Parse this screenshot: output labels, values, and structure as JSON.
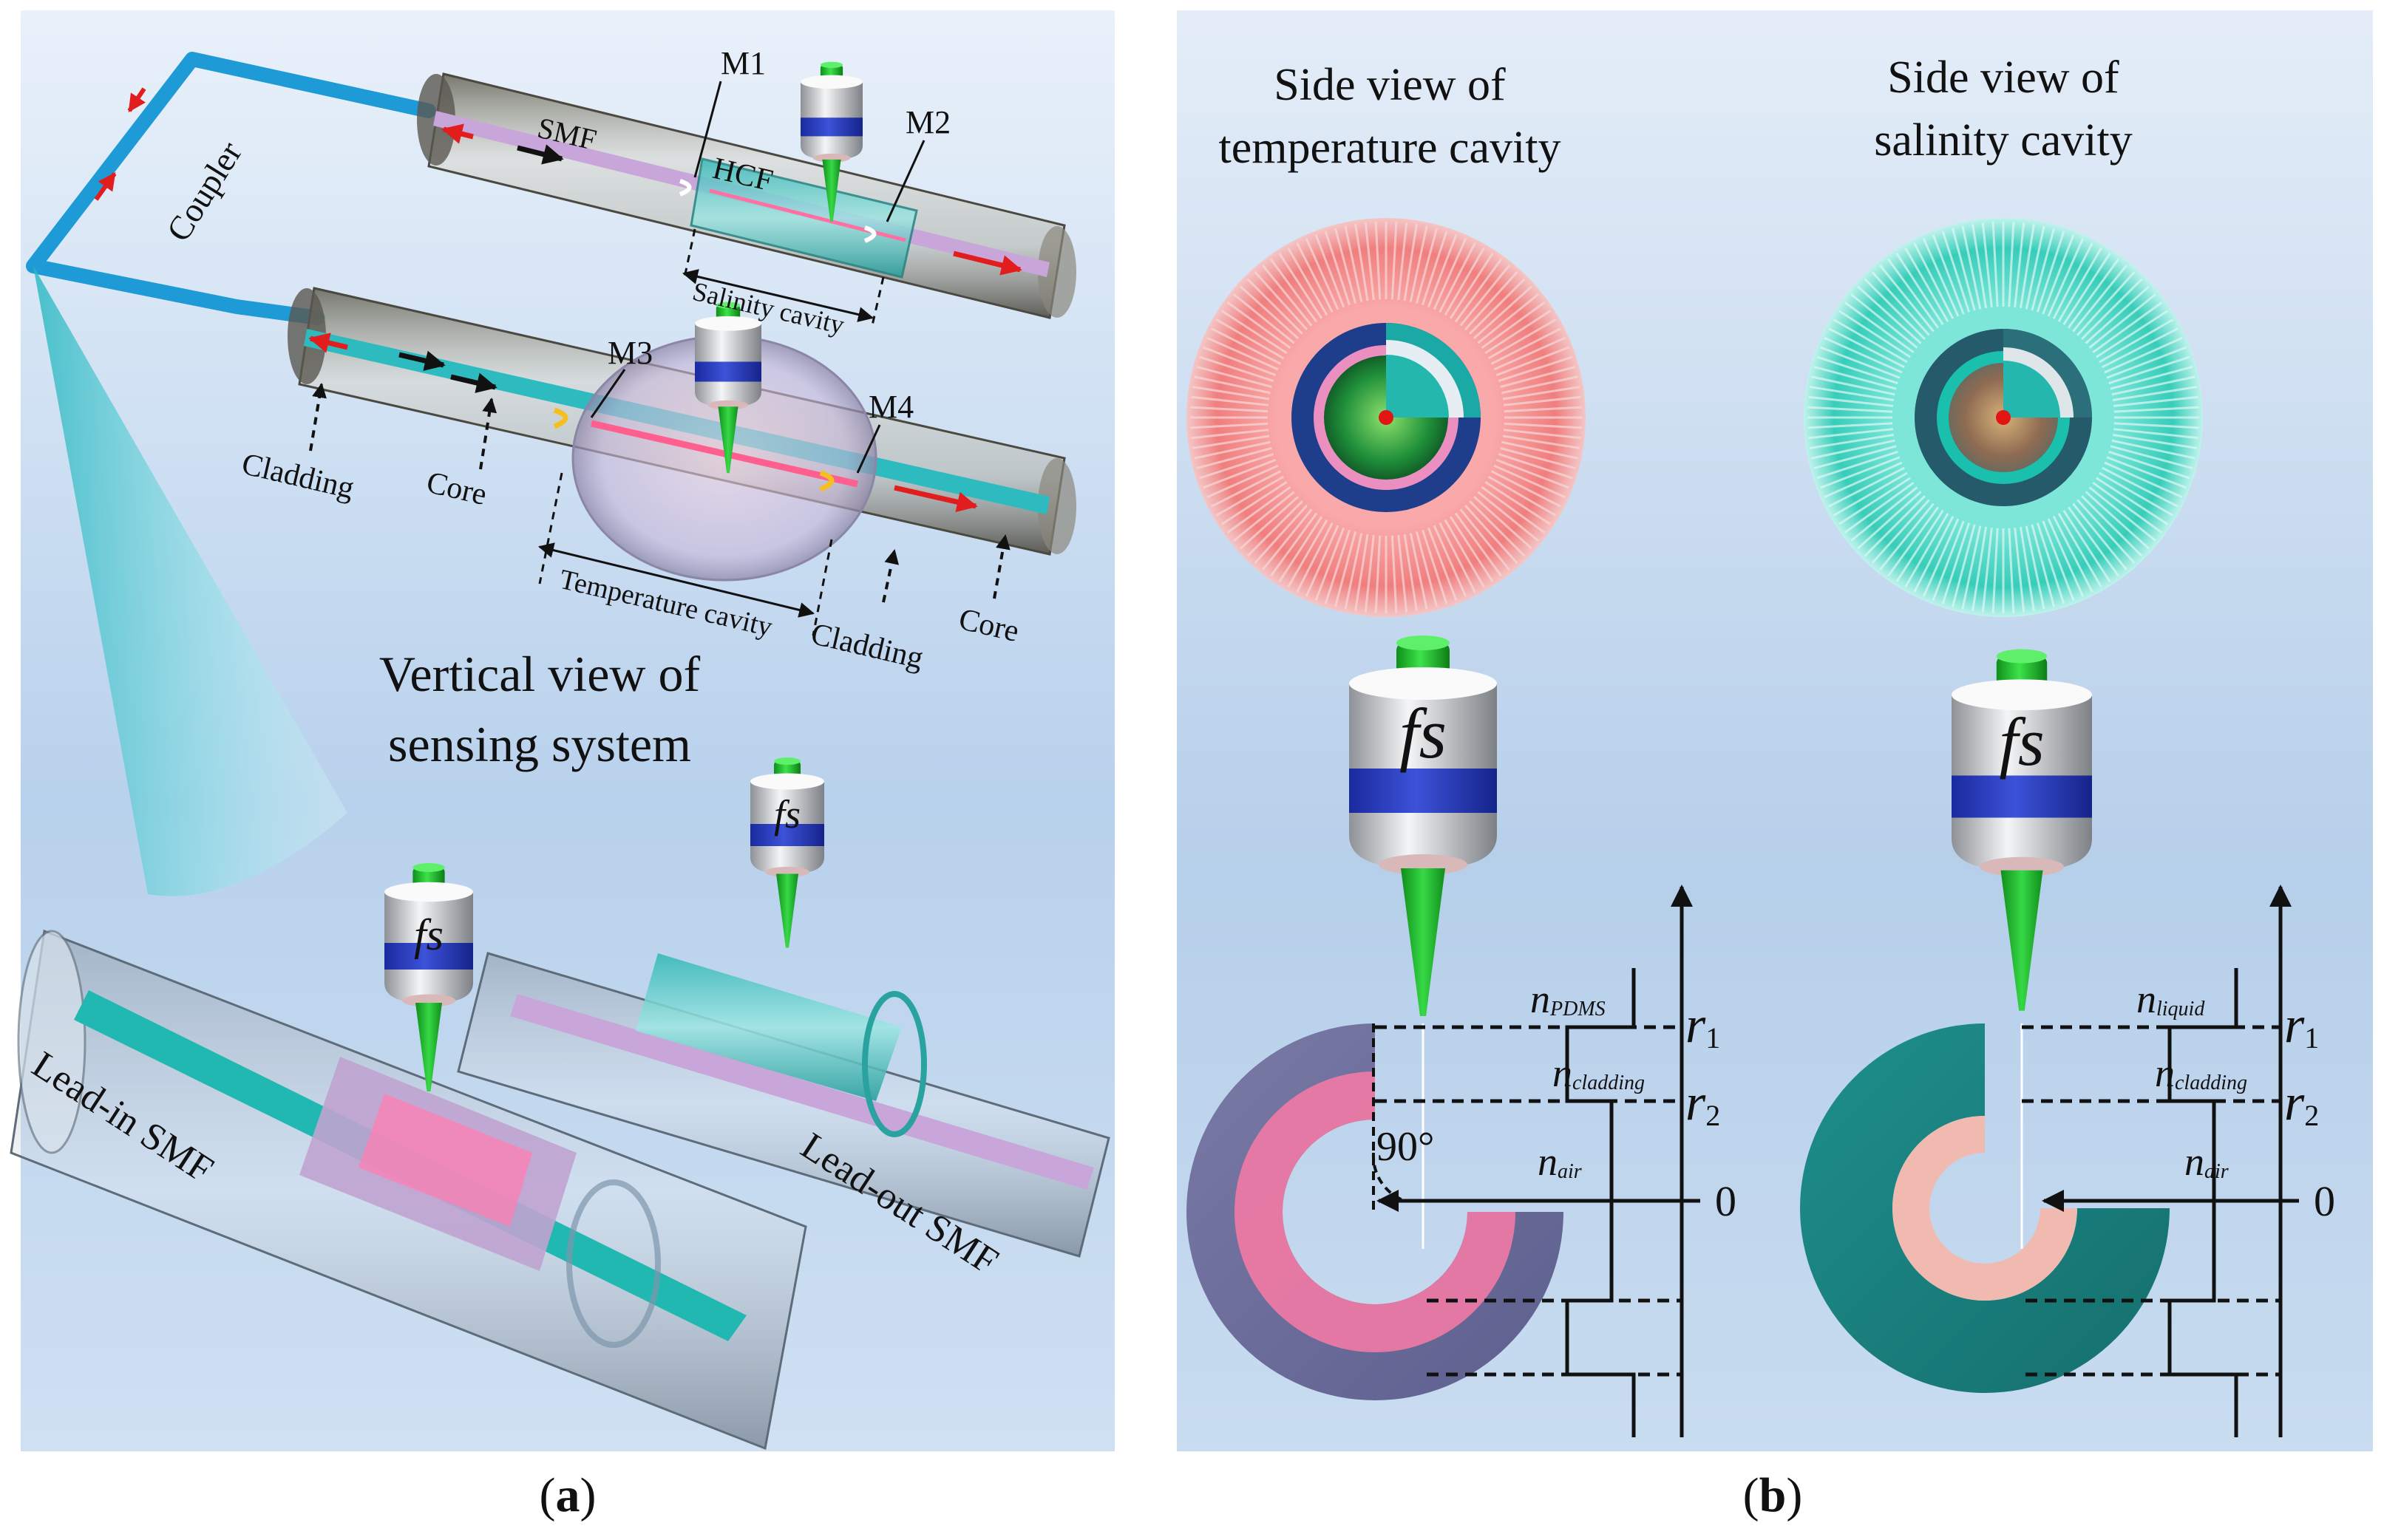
{
  "panel_a": {
    "label_open": "(",
    "label_letter": "a",
    "label_close": ")",
    "coupler": "Coupler",
    "smf": "SMF",
    "hcf": "HCF",
    "m1": "M1",
    "m2": "M2",
    "m3": "M3",
    "m4": "M4",
    "salinity_cavity": "Salinity cavity",
    "temperature_cavity": "Temperature cavity",
    "cladding_1": "Cladding",
    "core_1": "Core",
    "cladding_2": "Cladding",
    "core_2": "Core",
    "vertical_view_line1": "Vertical view of",
    "vertical_view_line2": "sensing system",
    "fs_1": "fs",
    "fs_2": "fs",
    "lead_in": "Lead-in SMF",
    "lead_out": "Lead-out SMF"
  },
  "panel_b": {
    "label_open": "(",
    "label_letter": "b",
    "label_close": ")",
    "temp_title_line1": "Side view of",
    "temp_title_line2": "temperature cavity",
    "sal_title_line1": "Side view of",
    "sal_title_line2": "salinity cavity",
    "fs_temp": "fs",
    "fs_sal": "fs",
    "n_pdms": "n",
    "n_pdms_sub": "PDMS",
    "n_cladding_t": "n",
    "n_cladding_t_sub": "cladding",
    "n_air_t": "n",
    "n_air_t_sub": "air",
    "n_liquid": "n",
    "n_liquid_sub": "liquid",
    "n_cladding_s": "n",
    "n_cladding_s_sub": "cladding",
    "n_air_s": "n",
    "n_air_s_sub": "air",
    "r1_t": "r",
    "r1_t_sub": "1",
    "r2_t": "r",
    "r2_t_sub": "2",
    "r1_s": "r",
    "r1_s_sub": "1",
    "r2_s": "r",
    "r2_s_sub": "2",
    "zero_t": "0",
    "zero_s": "0",
    "angle": "90°"
  }
}
